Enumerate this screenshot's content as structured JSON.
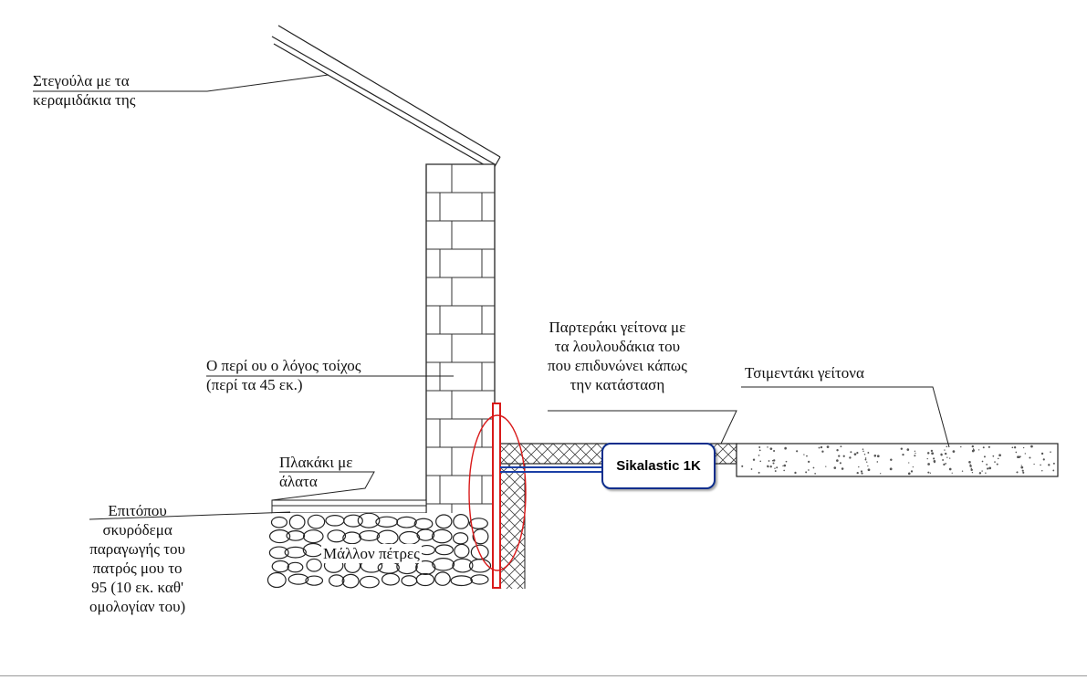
{
  "labels": {
    "roof": [
      "Στεγούλα με τα",
      "κεραμιδάκια της"
    ],
    "wall": [
      "Ο περί ου ο λόγος τοίχος",
      "(περί τα 45 εκ.)"
    ],
    "tile": [
      "Πλακάκι με",
      "άλατα"
    ],
    "concrete": [
      "Επιτόπου",
      "σκυρόδεμα",
      "παραγωγής του",
      "πατρός μου το",
      "95 (10 εκ. καθ'",
      "ομολογίαν του)"
    ],
    "stones": "Μάλλον πέτρες",
    "garden": [
      "Παρτεράκι γείτονα με",
      "τα λουλουδάκια του",
      "που επιδυνώνει κάπως",
      "την κατάσταση"
    ],
    "neighbor_slab": "Τσιμεντάκι γείτονα",
    "callout": "Sikalastic 1K"
  },
  "colors": {
    "line": "#222222",
    "highlight_red": "#d91a1a",
    "callout_border": "#0b2d8c",
    "leader_blue": "#1b3fa6"
  }
}
